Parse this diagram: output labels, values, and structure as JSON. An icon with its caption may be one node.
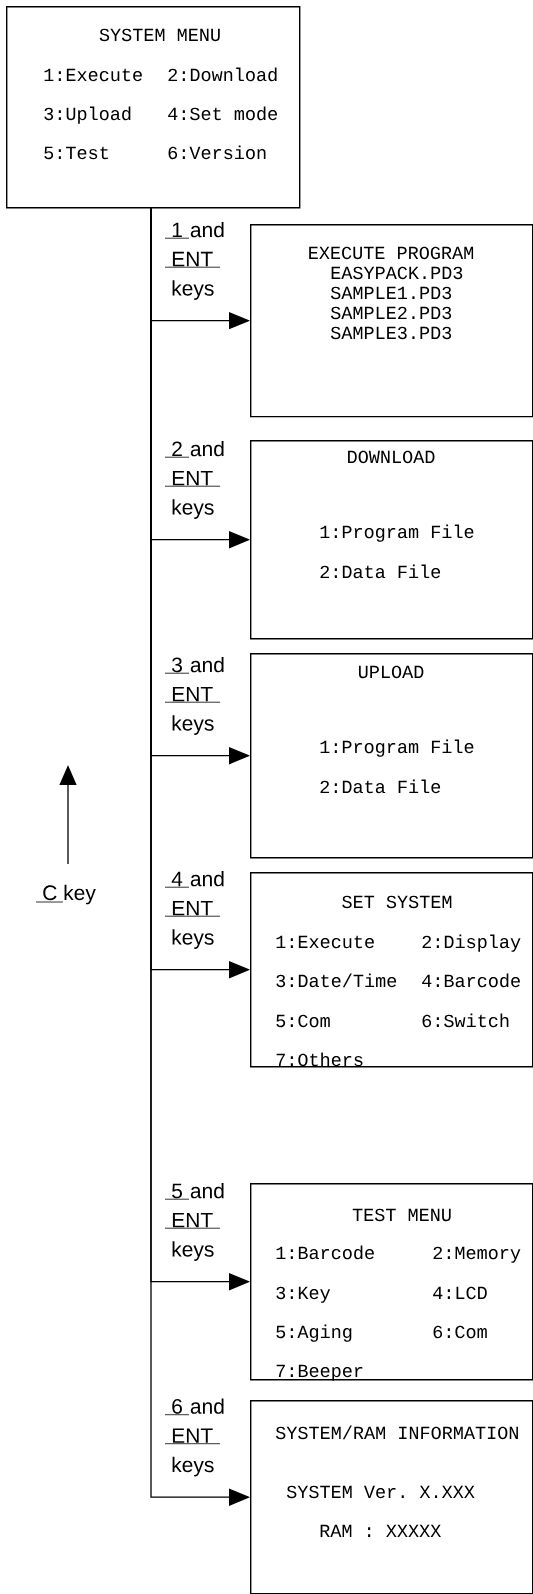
{
  "diagram": {
    "nodes": [
      {
        "text": [
          "SYSTEM MENU",
          "1:Execute",
          "2:Download",
          "3:Upload",
          "4:Set mode",
          "5:Test",
          "6:Version"
        ]
      },
      {
        "text": [
          "EXECUTE PROGRAM",
          "EASYPACK.PD3",
          "SAMPLE1.PD3",
          "SAMPLE2.PD3",
          "SAMPLE3.PD3"
        ]
      },
      {
        "text": [
          "DOWNLOAD",
          "1:Program File",
          "2:Data File"
        ]
      },
      {
        "text": [
          "UPLOAD",
          "1:Program File",
          "2:Data File"
        ]
      },
      {
        "text": [
          "SET SYSTEM",
          "1:Execute",
          "2:Display",
          "3:Date/Time",
          "4:Barcode",
          "5:Com",
          "6:Switch",
          "7:Others"
        ]
      },
      {
        "text": [
          "TEST MENU",
          "1:Barcode",
          "2:Memory",
          "3:Key",
          "4:LCD",
          "5:Aging",
          "6:Com",
          "7:Beeper"
        ]
      },
      {
        "text": [
          "SYSTEM/RAM INFORMATION",
          "SYSTEM Ver. X.XXX",
          "RAM : XXXXX"
        ]
      }
    ],
    "edges": [
      {
        "from": 0,
        "to": 1,
        "arrow": "to",
        "label": "1 and ENT keys"
      },
      {
        "from": 0,
        "to": 2,
        "arrow": "to",
        "label": "2 and ENT keys"
      },
      {
        "from": 0,
        "to": 3,
        "arrow": "to",
        "label": "3 and ENT keys"
      },
      {
        "from": 0,
        "to": 4,
        "arrow": "to",
        "label": "4 and ENT keys"
      },
      {
        "from": 0,
        "to": 5,
        "arrow": "to",
        "label": "5 and ENT keys"
      },
      {
        "from": 0,
        "to": 6,
        "arrow": "to",
        "label": "6 and ENT keys"
      }
    ],
    "labels": [
      "C key"
    ]
  }
}
